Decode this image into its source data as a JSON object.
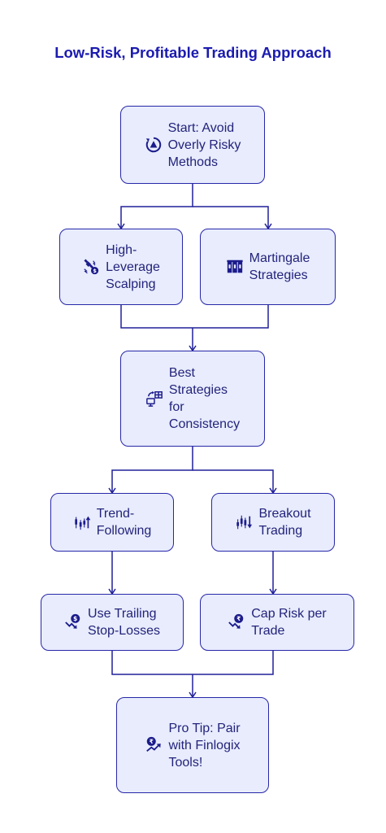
{
  "title": "Low-Risk, Profitable Trading Approach",
  "colors": {
    "node_fill": "#e8ecfd",
    "node_border": "#2727a8",
    "text": "#23237a",
    "title": "#1b1bb0",
    "edge": "#20209a"
  },
  "nodes": [
    {
      "id": "start",
      "label": "Start: Avoid\nOverly Risky\nMethods",
      "icon": "circular-arrow-warning-icon"
    },
    {
      "id": "high_leverage",
      "label": "High-\nLeverage\nScalping",
      "icon": "satellite-money-icon"
    },
    {
      "id": "martingale",
      "label": "Martingale\nStrategies",
      "icon": "building-columns-icon"
    },
    {
      "id": "best",
      "label": "Best\nStrategies\nfor\nConsistency",
      "icon": "monitor-table-icon"
    },
    {
      "id": "trend",
      "label": "Trend-\nFollowing",
      "icon": "candlestick-up-icon"
    },
    {
      "id": "breakout",
      "label": "Breakout\nTrading",
      "icon": "candlestick-down-icon"
    },
    {
      "id": "trailing",
      "label": "Use Trailing\nStop-Losses",
      "icon": "dollar-trend-down-icon"
    },
    {
      "id": "cap",
      "label": "Cap Risk per\nTrade",
      "icon": "rupee-trend-down-icon"
    },
    {
      "id": "tip",
      "label": "Pro Tip: Pair\nwith Finlogix\nTools!",
      "icon": "rupee-trend-up-icon"
    }
  ],
  "edges": [
    {
      "from": "start",
      "to": "high_leverage"
    },
    {
      "from": "start",
      "to": "martingale"
    },
    {
      "from": "high_leverage",
      "to": "best"
    },
    {
      "from": "martingale",
      "to": "best"
    },
    {
      "from": "best",
      "to": "trend"
    },
    {
      "from": "best",
      "to": "breakout"
    },
    {
      "from": "trend",
      "to": "trailing"
    },
    {
      "from": "breakout",
      "to": "cap"
    },
    {
      "from": "trailing",
      "to": "tip"
    },
    {
      "from": "cap",
      "to": "tip"
    }
  ]
}
